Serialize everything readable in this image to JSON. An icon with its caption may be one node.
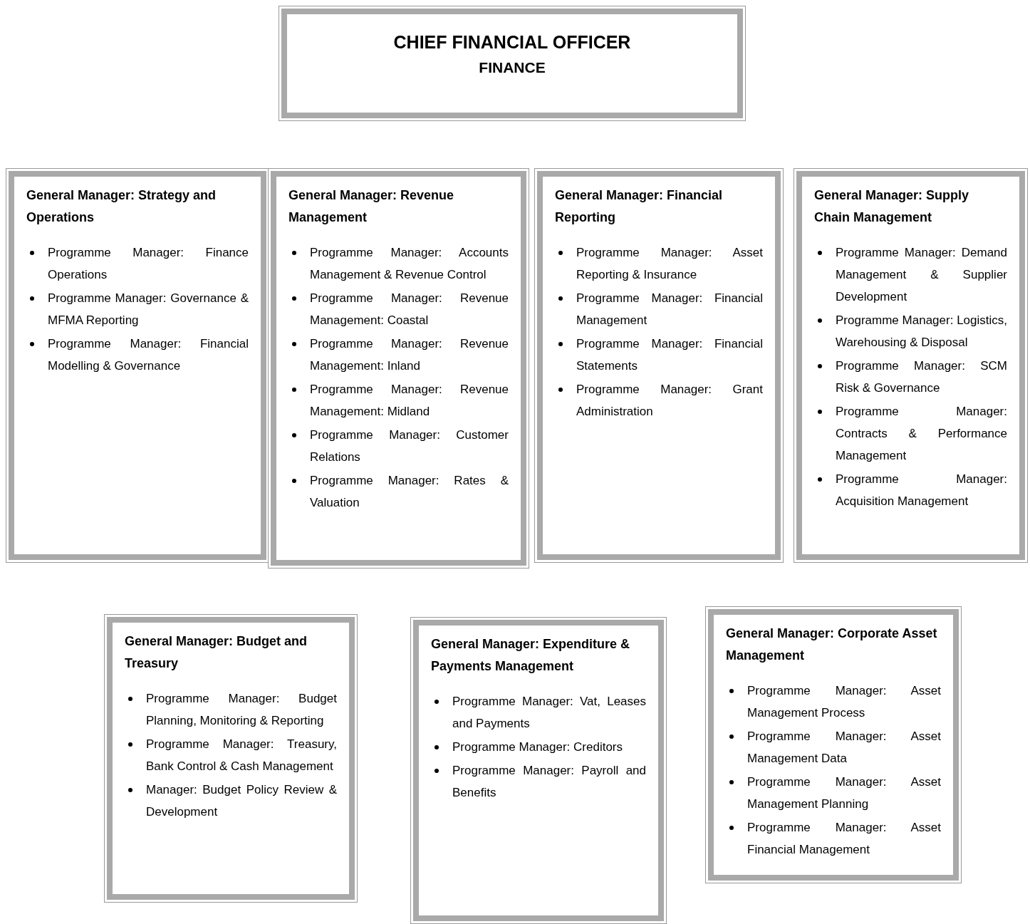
{
  "diagram": {
    "nodes": [
      {
        "text": [
          "CHIEF FINANCIAL OFFICER",
          "FINANCE"
        ]
      },
      {
        "text": [
          "General Manager: Strategy and Operations",
          "Programme Manager: Finance Operations",
          "Programme Manager: Governance & MFMA Reporting",
          "Programme Manager: Financial Modelling & Governance"
        ]
      },
      {
        "text": [
          "General Manager: Revenue Management",
          "Programme Manager: Accounts Management & Revenue Control",
          "Programme Manager: Revenue Management: Coastal",
          "Programme Manager: Revenue Management: Inland",
          "Programme Manager: Revenue Management: Midland",
          "Programme Manager: Customer Relations",
          "Programme Manager: Rates & Valuation"
        ]
      },
      {
        "text": [
          "General Manager: Financial Reporting",
          "Programme Manager: Asset Reporting & Insurance",
          "Programme Manager: Financial Management",
          "Programme Manager: Financial Statements",
          "Programme Manager: Grant Administration"
        ]
      },
      {
        "text": [
          "General Manager: Supply Chain Management",
          "Programme Manager: Demand Management & Supplier Development",
          "Programme Manager: Logistics, Warehousing & Disposal",
          "Programme Manager: SCM Risk & Governance",
          "Programme Manager: Contracts & Performance Management",
          "Programme Manager: Acquisition Management"
        ]
      },
      {
        "text": [
          "General Manager: Budget and Treasury",
          "Programme Manager: Budget Planning, Monitoring & Reporting",
          "Programme Manager: Treasury, Bank Control & Cash Management",
          "Manager: Budget Policy Review & Development"
        ]
      },
      {
        "text": [
          "General Manager: Expenditure & Payments Management",
          "Programme Manager: Vat, Leases and Payments",
          "Programme Manager: Creditors",
          "Programme Manager: Payroll and Benefits"
        ]
      },
      {
        "text": [
          "General Manager: Corporate Asset Management",
          "Programme Manager: Asset Management Process",
          "Programme Manager: Asset Management Data",
          "Programme Manager: Asset Management Planning",
          "Programme Manager: Asset Financial Management"
        ]
      }
    ]
  }
}
